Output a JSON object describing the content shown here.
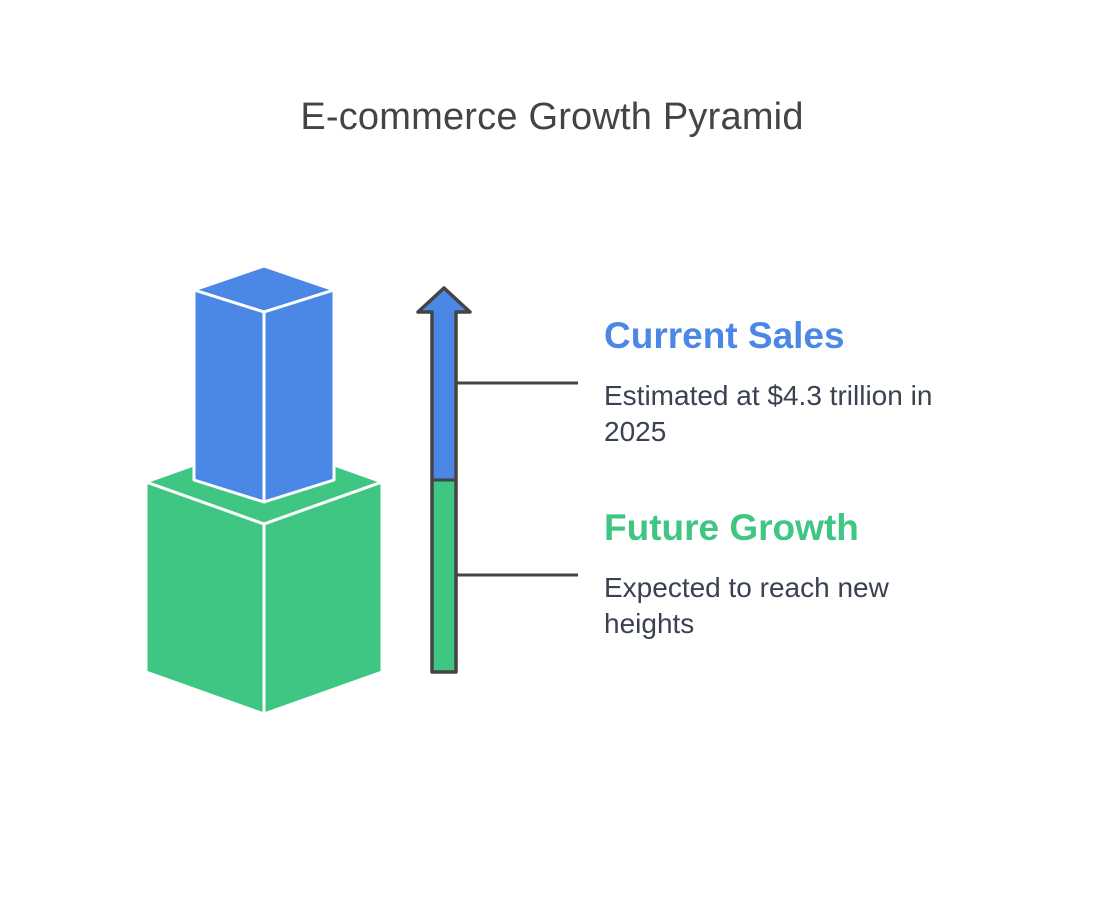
{
  "title": "E-commerce Growth Pyramid",
  "colors": {
    "blue": "#4B88E5",
    "green": "#3EC682",
    "outline": "#444444",
    "text": "#3a4150"
  },
  "levels": [
    {
      "heading": "Current Sales",
      "description": "Estimated at $4.3 trillion in 2025",
      "color": "#4B88E5"
    },
    {
      "heading": "Future Growth",
      "description": "Expected to reach new heights",
      "color": "#3EC682"
    }
  ]
}
